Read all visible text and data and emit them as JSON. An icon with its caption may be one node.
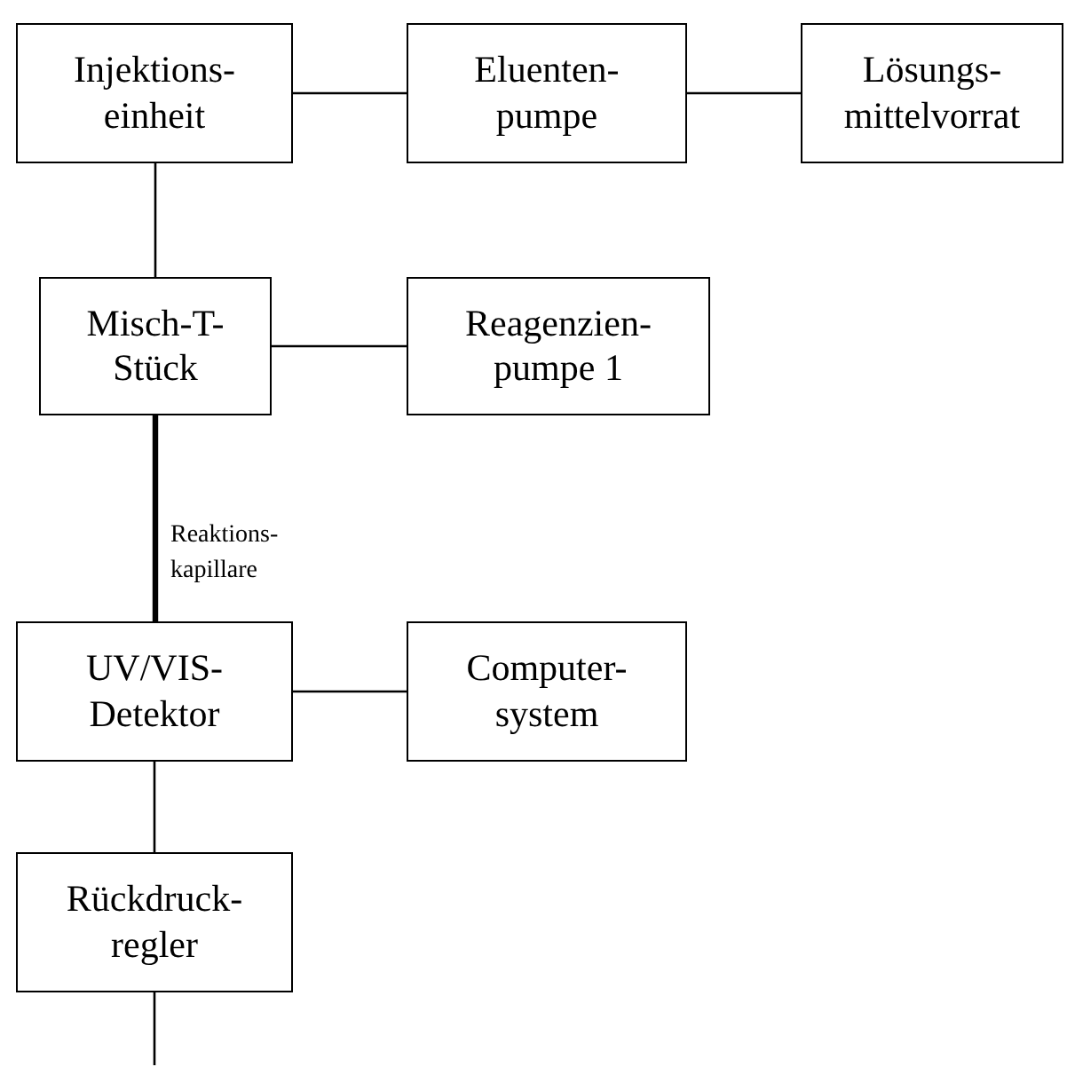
{
  "diagram": {
    "nodes": [
      {
        "text": [
          "Injektions- einheit"
        ]
      },
      {
        "text": [
          "Eluenten- pumpe"
        ]
      },
      {
        "text": [
          "Lösungs- mittelvorrat"
        ]
      },
      {
        "text": [
          "Misch-T- Stück"
        ]
      },
      {
        "text": [
          "Reagenzien- pumpe 1"
        ]
      },
      {
        "text": [
          "UV/VIS- Detektor"
        ]
      },
      {
        "text": [
          "Computer- system"
        ]
      },
      {
        "text": [
          "Rückdruck- regler"
        ]
      }
    ],
    "edges": [
      {
        "from": 0,
        "to": 1,
        "arrow": "none"
      },
      {
        "from": 1,
        "to": 2,
        "arrow": "none"
      },
      {
        "from": 0,
        "to": 3,
        "arrow": "none"
      },
      {
        "from": 3,
        "to": 4,
        "arrow": "none"
      },
      {
        "from": 3,
        "to": 5,
        "arrow": "none",
        "style": "thick",
        "label": "Reaktions- kapillare"
      },
      {
        "from": 5,
        "to": 6,
        "arrow": "none"
      },
      {
        "from": 5,
        "to": 7,
        "arrow": "none"
      },
      {
        "from": 7,
        "to": null,
        "arrow": "none"
      }
    ]
  }
}
